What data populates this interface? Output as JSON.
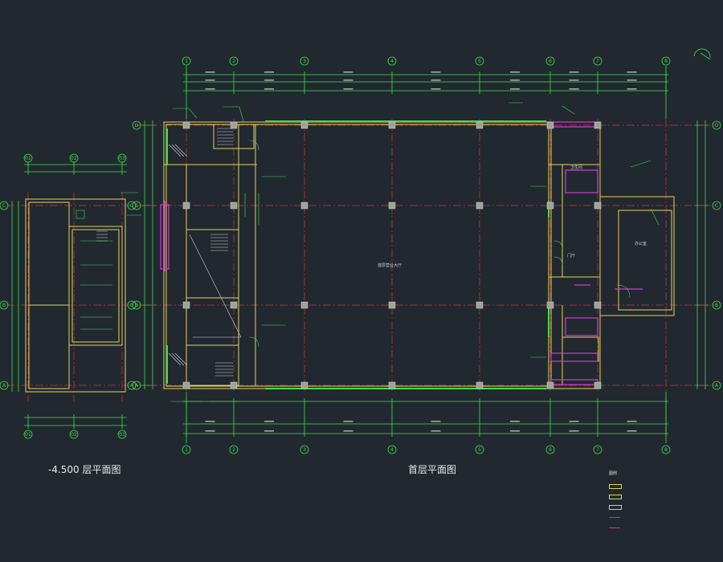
{
  "drawing": {
    "main_title": "首层平面图",
    "basement_title": "-4.500 层平面图"
  },
  "grid_labels": {
    "main_columns": [
      "1",
      "2",
      "3",
      "4",
      "5",
      "6",
      "7",
      "8"
    ],
    "main_rows": [
      "A",
      "B",
      "C",
      "D"
    ],
    "side_columns": [
      "01",
      "02",
      "03"
    ],
    "side_rows": [
      "A",
      "B",
      "C"
    ]
  },
  "room_labels": {
    "hall": "首层营业大厅",
    "toilet": "卫生间",
    "lobby": "门厅",
    "office": "办公室"
  },
  "legend": {
    "title": "图例",
    "items": [
      "",
      "",
      "",
      "",
      ""
    ]
  },
  "colors": {
    "background": "#212830",
    "wall": "#e3d35a",
    "grid_axis": "#e03030",
    "dimension": "#3ee04a",
    "partition": "#d838d8",
    "column": "#9aa59a",
    "label_text": "#d8d8d8"
  }
}
